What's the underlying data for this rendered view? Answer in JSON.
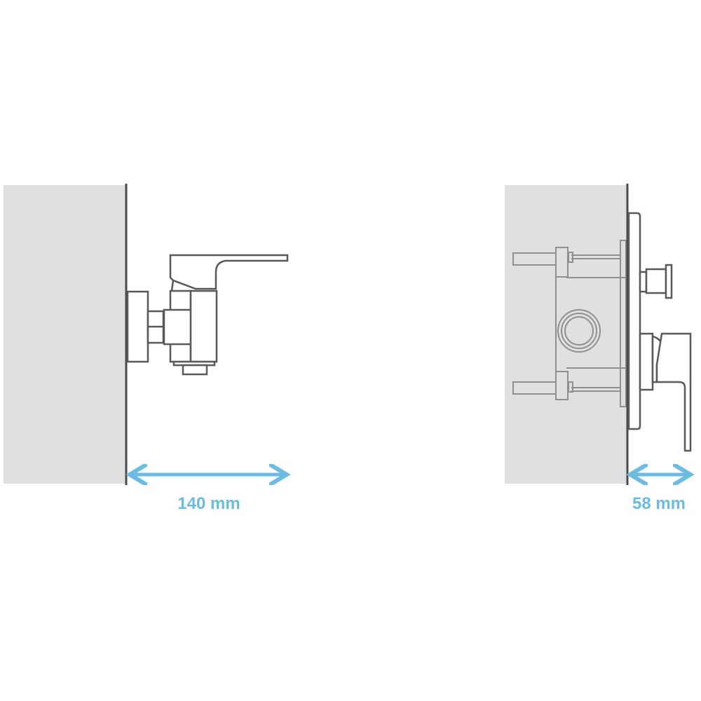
{
  "left_mixer": {
    "dimension_label": "140 mm",
    "dimension_mm": 140
  },
  "right_mixer": {
    "dimension_label": "58 mm",
    "dimension_mm": 58
  },
  "colors": {
    "wall": "#dfe0e1",
    "wall_line": "#4a4a4c",
    "outline": "#58595b",
    "hidden": "#8e8f91",
    "dimension": "#6bbbe3"
  }
}
